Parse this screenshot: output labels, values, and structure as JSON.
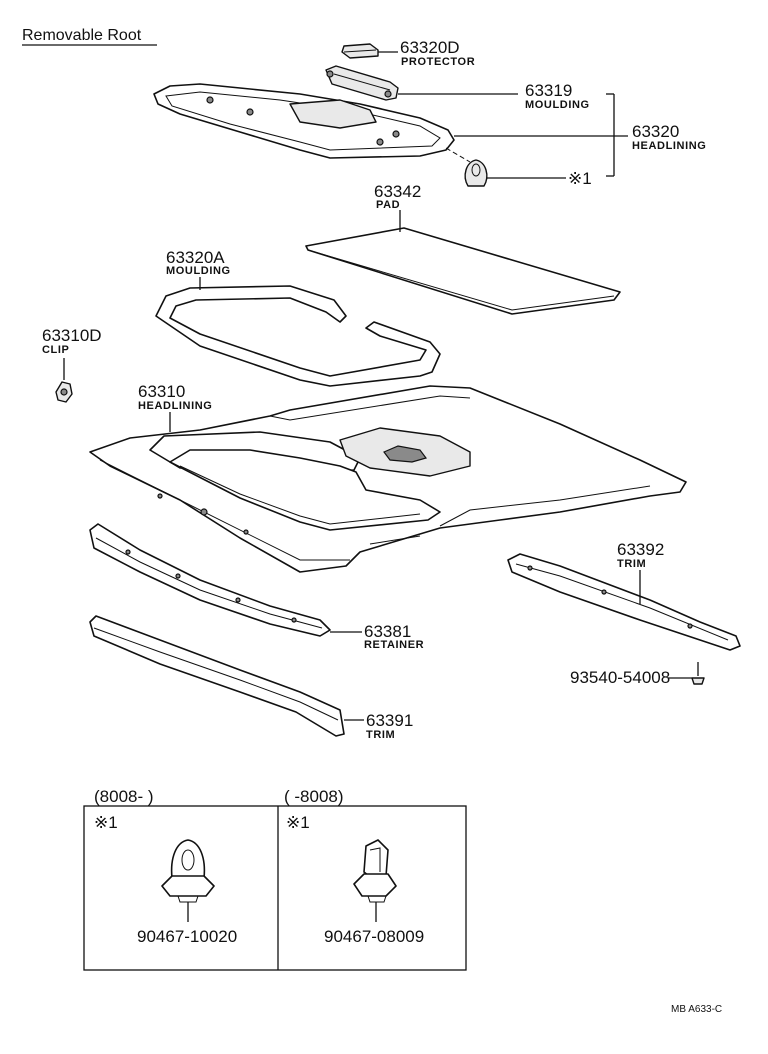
{
  "title": "Removable Root",
  "parts": {
    "p63320D": {
      "number": "63320D",
      "name": "PROTECTOR"
    },
    "p63319": {
      "number": "63319",
      "name": "MOULDING"
    },
    "p63320": {
      "number": "63320",
      "name": "HEADLINING"
    },
    "ref1": "※1",
    "p63342": {
      "number": "63342",
      "name": "PAD"
    },
    "p63320A": {
      "number": "63320A",
      "name": "MOULDING"
    },
    "p63310D": {
      "number": "63310D",
      "name": "CLIP"
    },
    "p63310": {
      "number": "63310",
      "name": "HEADLINING"
    },
    "p63392": {
      "number": "63392",
      "name": "TRIM"
    },
    "p63381": {
      "number": "63381",
      "name": "RETAINER"
    },
    "p93540": {
      "number": "93540-54008"
    },
    "p63391": {
      "number": "63391",
      "name": "TRIM"
    }
  },
  "boxes": {
    "left": {
      "range": "(8008-          )",
      "mark": "※1",
      "part": "90467-10020"
    },
    "right": {
      "range": "(          -8008)",
      "mark": "※1",
      "part": "90467-08009"
    }
  },
  "footer": "MB  A633-C"
}
